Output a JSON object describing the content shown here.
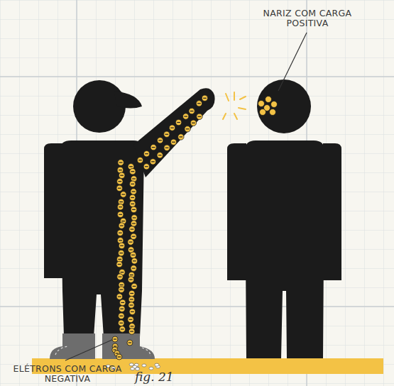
{
  "diagram": {
    "labels": [
      "NARIZ COM CARGA POSITIVA",
      "ELÉTRONS COM CARGA NEGATIVA",
      "fig. 21"
    ]
  }
}
